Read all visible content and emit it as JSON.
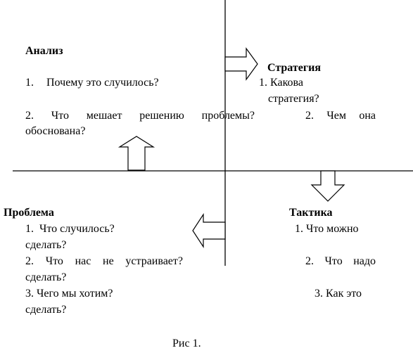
{
  "analysis": {
    "title": "Анализ",
    "item1_num": "1.",
    "item1_text": "Почему это случилось?",
    "item2_line1": "2. Что мешает решению проблемы?",
    "item2_line2": "обоснована?"
  },
  "strategy": {
    "title": "Стратегия",
    "item1_line1": "1. Какова",
    "item1_line2": "стратегия?",
    "item2_line1": "2. Чем она"
  },
  "problem": {
    "title": "Проблема",
    "item1_line1": "1.  Что случилось?",
    "item1_line2": "сделать?",
    "item2_line1": "2. Что нас не устраивает?",
    "item2_line2": "сделать?",
    "item3_line1": "3. Чего мы хотим?",
    "item3_line2": "сделать?"
  },
  "tactics": {
    "title": "Тактика",
    "item1_line1": "1. Что можно",
    "item2_line1": "2. Что надо",
    "item3_line1": "3. Как это"
  },
  "caption": "Рис 1."
}
